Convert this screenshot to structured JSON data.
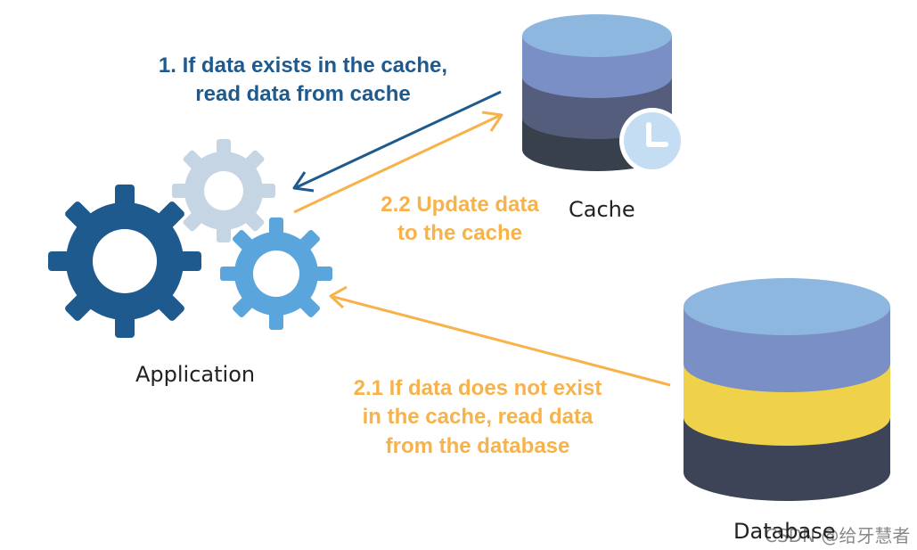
{
  "nodes": {
    "cache_label": "Cache",
    "application_label": "Application",
    "database_label": "Database"
  },
  "steps": {
    "step1_line1": "1. If data exists in the cache,",
    "step1_line2": "read data from cache",
    "step22_line1": "2.2 Update data",
    "step22_line2": "to the cache",
    "step21_line1": "2.1 If data does not exist",
    "step21_line2": "in the cache, read data",
    "step21_line3": "from the database"
  },
  "watermark": "CSDN @给牙慧者",
  "colors": {
    "dark_blue": "#1e5a8e",
    "mid_blue": "#5aa6dc",
    "light_gray_blue": "#c5d5e3",
    "orange": "#f7b24a",
    "cylinder_top": "#8eb7e0",
    "cylinder_purple": "#7b8fc7",
    "cylinder_slate": "#555d7d",
    "cylinder_dark": "#38404c",
    "db_yellow": "#f0d24a",
    "db_navy": "#3e4457",
    "clock": "#c4ddf3"
  },
  "icons": [
    "gear-icon",
    "cache-cylinder-icon",
    "clock-icon",
    "database-cylinder-icon"
  ]
}
